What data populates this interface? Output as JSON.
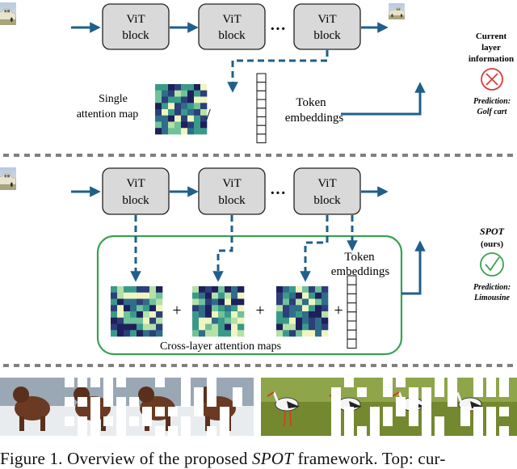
{
  "top": {
    "vit_blocks": [
      {
        "line1": "ViT",
        "line2": "block"
      },
      {
        "line1": "ViT",
        "line2": "block"
      },
      {
        "line1": "ViT",
        "line2": "block"
      }
    ],
    "ellipsis": "···",
    "single_map_label_1": "Single",
    "single_map_label_2": "attention map",
    "slash": "/",
    "token_label_1": "Token",
    "token_label_2": "embeddings",
    "side_label_1": "Current",
    "side_label_2": "layer",
    "side_label_3": "information",
    "prediction_1": "Prediction:",
    "prediction_2": "Golf cart",
    "result_color": "#e03a3a"
  },
  "bottom": {
    "vit_blocks": [
      {
        "line1": "ViT",
        "line2": "block"
      },
      {
        "line1": "ViT",
        "line2": "block"
      },
      {
        "line1": "ViT",
        "line2": "block"
      }
    ],
    "ellipsis": "···",
    "token_label_1": "Token",
    "token_label_2": "embeddings",
    "plus": "+",
    "maps_label": "Cross-layer attention maps",
    "side_label_1": "SPOT",
    "side_label_2": "(ours)",
    "prediction_1": "Prediction:",
    "prediction_2": "Limousine",
    "result_color": "#3aa050",
    "box_color": "#3aa050"
  },
  "colors": {
    "arrow": "#1f5f8b",
    "block_fill": "#d9d9d9",
    "divider": "#808080"
  },
  "caption": {
    "part1": "Figure 1. Overview of the proposed ",
    "italic": "SPOT",
    "part2": " framework. Top: cur-"
  }
}
